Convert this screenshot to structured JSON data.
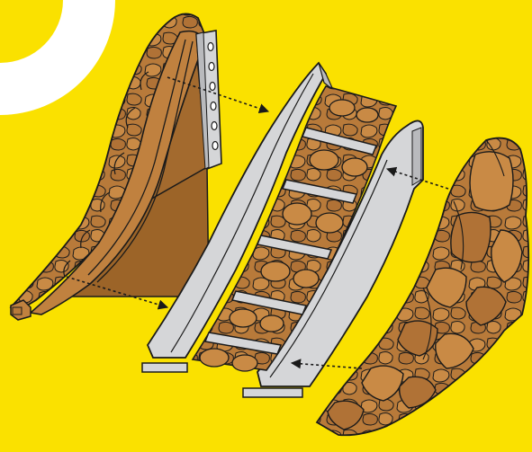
{
  "colors": {
    "background": "#ffffff",
    "panel": "#fae100",
    "badge": "#ffffff",
    "rock_fill": "#b87a3a",
    "rock_shadow": "#9c6428",
    "rock_highlight": "#c98a45",
    "rock_outline": "#1a1a1a",
    "metal_fill": "#d5d6d8",
    "metal_shade": "#b9babd",
    "metal_outline": "#1a1a1a",
    "arrow": "#1a1a1a"
  },
  "icons": {
    "corner_badge": "white-quarter-circle",
    "left_piece": "rock-side-panel-with-bolt-plate",
    "center_piece": "metal-chute-with-rock-fill",
    "right_piece": "rock-side-panel",
    "arrows": "dotted-assembly-arrow"
  }
}
